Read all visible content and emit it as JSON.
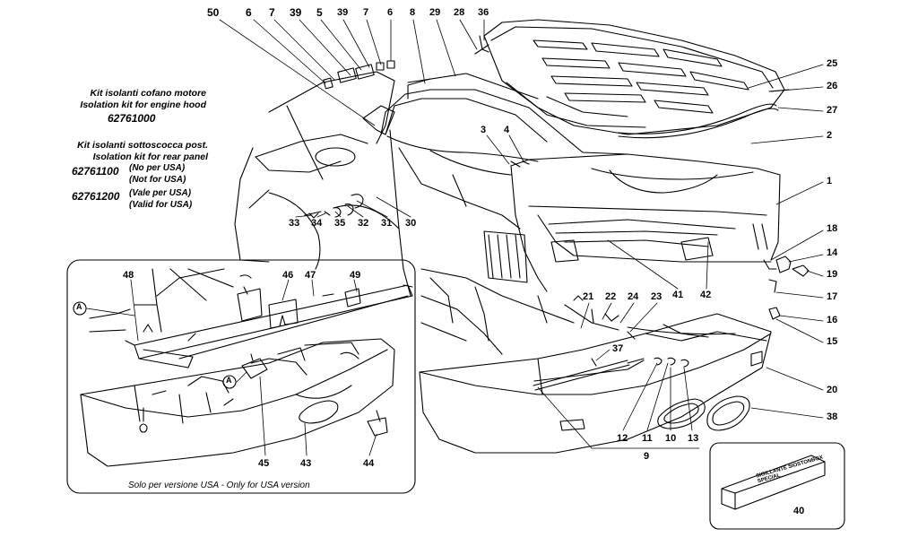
{
  "notes": {
    "engine_hood": {
      "line1": "Kit isolanti cofano motore",
      "line2": "Isolation kit for engine hood",
      "code": "62761000"
    },
    "rear_panel": {
      "line1": "Kit isolanti sottoscocca post.",
      "line2": "Isolation kit for rear panel",
      "code_a": "62761100",
      "code_a_it": "(No per USA)",
      "code_a_en": "(Not for USA)",
      "code_b": "62761200",
      "code_b_it": "(Vale per USA)",
      "code_b_en": "(Valid for USA)"
    }
  },
  "inset_caption": "Solo per versione USA - Only for USA version",
  "sealant_label": {
    "line1": "SIGILLANTE SIOSTONBOX",
    "line2": "SPECIAL"
  },
  "callouts": {
    "c50": "50",
    "c6a": "6",
    "c7a": "7",
    "c39a": "39",
    "c5": "5",
    "c39b": "39",
    "c7b": "7",
    "c6b": "6",
    "c8": "8",
    "c29": "29",
    "c28": "28",
    "c36": "36",
    "c25": "25",
    "c26": "26",
    "c27": "27",
    "c2": "2",
    "c3": "3",
    "c4": "4",
    "c1": "1",
    "c33": "33",
    "c34": "34",
    "c35": "35",
    "c32": "32",
    "c31": "31",
    "c30": "30",
    "c18": "18",
    "c14": "14",
    "c19": "19",
    "c17": "17",
    "c16": "16",
    "c15": "15",
    "c21": "21",
    "c22": "22",
    "c24": "24",
    "c23": "23",
    "c41": "41",
    "c42": "42",
    "c37": "37",
    "c20": "20",
    "c38": "38",
    "c12": "12",
    "c11": "11",
    "c10": "10",
    "c13": "13",
    "c9": "9",
    "c40": "40",
    "c48": "48",
    "c46": "46",
    "c47": "47",
    "c49": "49",
    "cAa": "A",
    "cAb": "A",
    "c45": "45",
    "c43": "43",
    "c44": "44"
  }
}
